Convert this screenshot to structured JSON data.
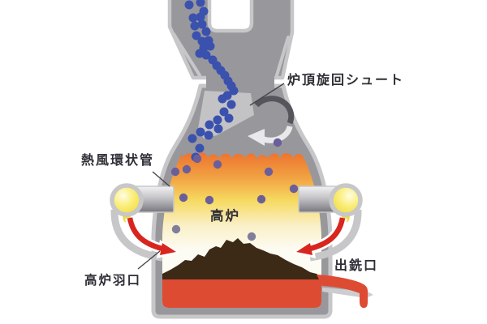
{
  "diagram": {
    "type": "blast-furnace-cutaway",
    "labels": {
      "top_chute": "炉頂旋回シュート",
      "hot_blast_ring_main": "熱風環状管",
      "blast_furnace": "高炉",
      "tuyere": "高炉羽口",
      "tap_hole": "出銑口"
    },
    "colors": {
      "furnace_wall": "#98989c",
      "outline_gray": "#c7c7c9",
      "ore_particle_blue": "#3b51ae",
      "gas_particle_purple": "#6b5f9b",
      "burden_hot_orange": "#ec6c2c",
      "burden_warm_yellow": "#f6d95f",
      "coke_bed_brown": "#3c2a17",
      "molten_iron_red": "#dd4b33",
      "hot_blast_arrow_red": "#d8261e",
      "hot_blast_glow_yellow": "#efd63a",
      "label_text": "#2f2f37"
    }
  }
}
